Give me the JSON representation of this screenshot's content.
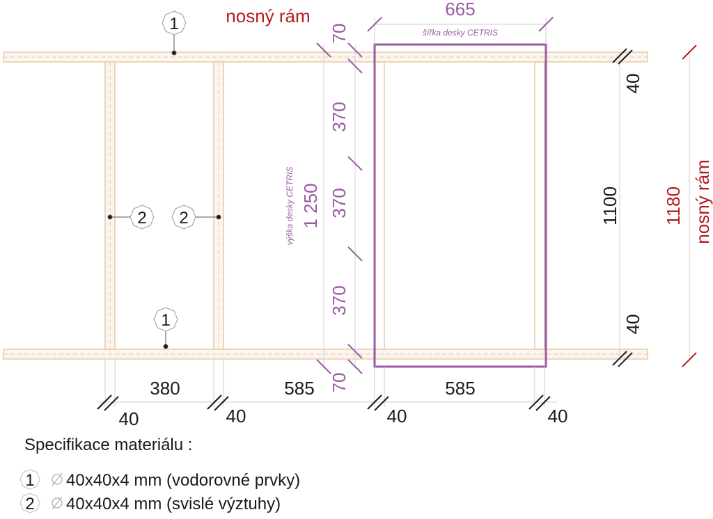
{
  "labels": {
    "nosny_ram_top": "nosný rám",
    "nosny_ram_right": "nosný rám",
    "sirka_desky": "šířka desky CETRIS",
    "vyska_desky": "výška desky CETRIS"
  },
  "dimensions": {
    "width_665": "665",
    "height_1250": "1 250",
    "height_1100": "1100",
    "height_1180": "1180",
    "v370_a": "370",
    "v370_b": "370",
    "v370_c": "370",
    "v70_top": "70",
    "v70_bottom": "70",
    "v40_top": "40",
    "v40_bottom": "40",
    "h380": "380",
    "h585_left": "585",
    "h585_right": "585",
    "h40_a": "40",
    "h40_b": "40",
    "h40_c": "40",
    "h40_d": "40"
  },
  "callouts": {
    "c1_top": "1",
    "c1_bottom": "1",
    "c2_left": "2",
    "c2_right": "2"
  },
  "specification": {
    "title": "Specifikace materiálu :",
    "items": [
      {
        "num": "1",
        "text": "40x40x4 mm  (vodorovné prvky)"
      },
      {
        "num": "2",
        "text": "40x40x4 mm  (svislé výztuhy)"
      }
    ]
  },
  "colors": {
    "frame": "#e8c9a8",
    "panel": "#9b59a5",
    "dim_black": "#1a1a1a",
    "dim_red": "#b71c1c"
  }
}
